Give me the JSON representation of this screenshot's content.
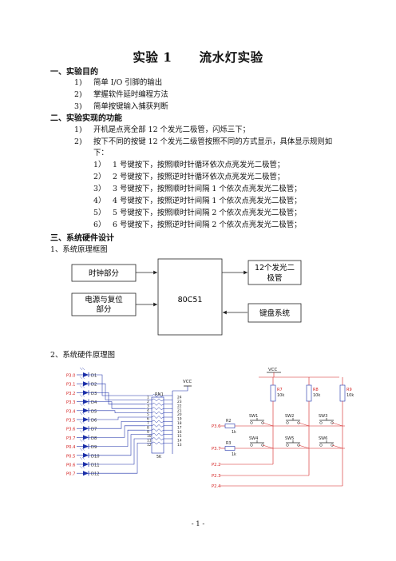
{
  "page": {
    "title_a": "实验 1",
    "title_b": "流水灯实验",
    "page_number": "- 1 -"
  },
  "sections": [
    {
      "heading": "一、实验目的",
      "items": [
        {
          "num": "1)",
          "text": "简单 I/O 引脚的输出"
        },
        {
          "num": "2)",
          "text": "掌握软件延时编程方法"
        },
        {
          "num": "3)",
          "text": "简单按键输入捕获判断"
        }
      ]
    },
    {
      "heading": "二、实验实现的功能",
      "items": [
        {
          "num": "1)",
          "text": "开机是点亮全部 12 个发光二极管，闪烁三下；"
        },
        {
          "num": "2)",
          "text": "按下不同的按键 12 个发光二级管按照不同的方式显示，具体显示规则如",
          "cont": "下："
        }
      ],
      "subitems": [
        {
          "num": "1）",
          "text": "1 号键按下，按照顺时针循环依次点亮发光二极管；"
        },
        {
          "num": "2）",
          "text": "2 号键按下，按照逆时针循环依次点亮发光二极管；"
        },
        {
          "num": "3）",
          "text": "3 号键按下，按照顺时针间隔 1 个依次点亮发光二极管；"
        },
        {
          "num": "4）",
          "text": "4 号键按下，按照逆时针间隔 1 个依次点亮发光二极管；"
        },
        {
          "num": "5）",
          "text": "5 号键按下，按照顺时针间隔 2 个依次点亮发光二极管；"
        },
        {
          "num": "6）",
          "text": "6 号键按下，按照逆时针间隔 2 个依次点亮发光二极管；"
        }
      ]
    },
    {
      "heading": "三、系统硬件设计",
      "items": []
    }
  ],
  "fig1": {
    "caption": "1、系统原理框图",
    "clock": "时钟部分",
    "power_line1": "电源与复位",
    "power_line2": "部分",
    "mcu": "80C51",
    "led_line1": "12个发光二",
    "led_line2": "极管",
    "keys": "键盘系统"
  },
  "fig2": {
    "caption": "2、系统硬件原理图",
    "led_ports": [
      "P3.0",
      "P3.1",
      "P3.2",
      "P3.3",
      "P3.4",
      "P3.5",
      "P3.6",
      "P3.7",
      "P0.4",
      "P0.5",
      "P0.6",
      "P0.7"
    ],
    "led_refs": [
      "D1",
      "D2",
      "D3",
      "D4",
      "D5",
      "D6",
      "D7",
      "D8",
      "D9",
      "D10",
      "D11",
      "D12"
    ],
    "rn_label": "RN1",
    "rn_value": "5K",
    "rn_left_pins": [
      "1",
      "2",
      "3",
      "4",
      "5",
      "6",
      "7",
      "8",
      "9",
      "10",
      "11",
      "12"
    ],
    "rn_right_pins": [
      "24",
      "23",
      "22",
      "21",
      "20",
      "19",
      "18",
      "17",
      "16",
      "15",
      "14",
      "13"
    ],
    "vcc": "VCC",
    "kb_vcc": "VCC",
    "pullups": [
      {
        "ref": "R7",
        "val": "10k"
      },
      {
        "ref": "R8",
        "val": "10k"
      },
      {
        "ref": "R9",
        "val": "10k"
      }
    ],
    "row_resistors": [
      {
        "ref": "R2",
        "val": "1k"
      },
      {
        "ref": "R3",
        "val": "1k"
      }
    ],
    "switches": [
      "SW1",
      "SW2",
      "SW3",
      "SW4",
      "SW5",
      "SW6"
    ],
    "kb_ports": [
      "P3.6",
      "P3.7",
      "P2.2",
      "P2.3",
      "P2.4"
    ]
  }
}
